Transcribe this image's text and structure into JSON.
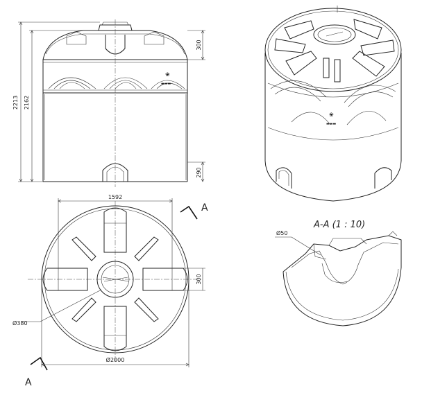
{
  "front_view": {
    "dim_total_height": "2213",
    "dim_body_height": "2162",
    "dim_top_band": "300",
    "dim_bottom_band": "290"
  },
  "plan_view": {
    "dim_hatch_width": "1592",
    "dim_niche": "300",
    "dim_hatch_diameter": "Ø380",
    "dim_outer_diameter": "Ø2000",
    "section_mark_top": "A",
    "section_mark_bottom": "A"
  },
  "section_view": {
    "title": "A-A (1 : 10)",
    "dim_fitting": "Ø50"
  }
}
